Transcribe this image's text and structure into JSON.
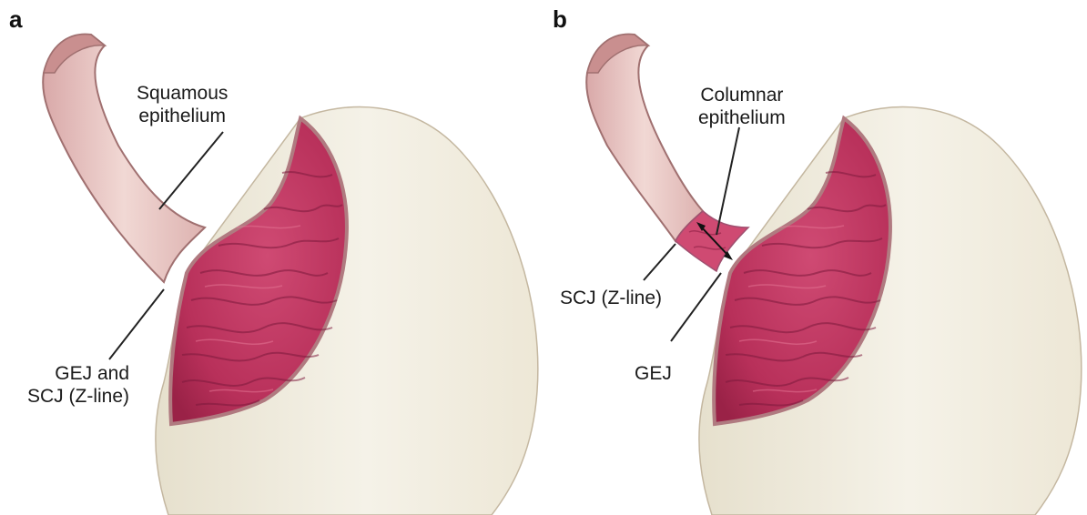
{
  "panels": [
    {
      "letter": "a",
      "labels": {
        "squamous_line1": "Squamous",
        "squamous_line2": "epithelium",
        "gej_line1": "GEJ and",
        "gej_line2": "SCJ (Z-line)"
      }
    },
    {
      "letter": "b",
      "labels": {
        "columnar_line1": "Columnar",
        "columnar_line2": "epithelium",
        "scj": "SCJ (Z-line)",
        "gej": "GEJ"
      }
    }
  ],
  "colors": {
    "outline": "#b08a8a",
    "stomach_wall": "#efeadb",
    "mucosa": "#c2375f",
    "mucosa_dark": "#8e1f45",
    "esophagus": "#e8c5c5",
    "columnar_zone": "#d04a72"
  }
}
